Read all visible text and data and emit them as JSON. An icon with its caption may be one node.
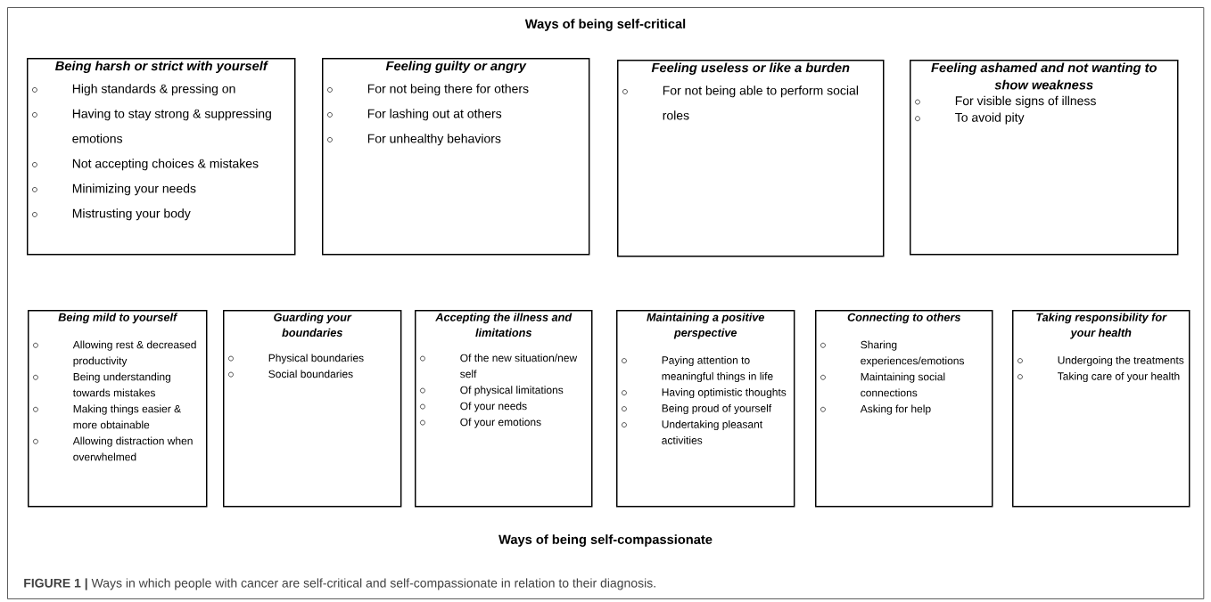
{
  "diagram": {
    "caption": "**FIGURE 1 |** Ways in which people with cancer are self-critical and self-compassionate in relation to their diagnosis.",
    "nodes": [
      {
        "text": [
          "Ways of being self-critical",
          "Ways of being self-compassionate"
        ]
      },
      {
        "text": [
          "Being harsh or strict with yourself",
          "High standards & pressing on",
          "Having to stay strong & suppressing emotions",
          "Not accepting choices & mistakes",
          "Minimizing your needs",
          "Mistrusting your body"
        ],
        "in": 0
      },
      {
        "text": [
          "Feeling guilty or angry",
          "For not being there for others",
          "For lashing out at others",
          "For unhealthy behaviors"
        ],
        "in": 0
      },
      {
        "text": [
          "Feeling useless or like a burden",
          "For not being able to perform social roles"
        ],
        "in": 0
      },
      {
        "text": [
          "Feeling ashamed and not wanting to show weakness",
          "For visible signs of illness",
          "To avoid pity"
        ],
        "in": 0
      },
      {
        "text": [
          "Being mild to yourself",
          "Allowing rest & decreased productivity",
          "Being understanding towards mistakes",
          "Making things easier & more obtainable",
          "Allowing distraction when overwhelmed"
        ],
        "in": 0
      },
      {
        "text": [
          "Guarding your boundaries",
          "Physical boundaries",
          "Social boundaries"
        ],
        "in": 0
      },
      {
        "text": [
          "Accepting the illness and limitations",
          "Of the new situation/new self",
          "Of physical limitations",
          "Of your needs",
          "Of your emotions"
        ],
        "in": 0
      },
      {
        "text": [
          "Maintaining a positive perspective",
          "Paying attention to meaningful things in life",
          "Having optimistic thoughts",
          "Being proud of yourself",
          "Undertaking pleasant activities"
        ],
        "in": 0
      },
      {
        "text": [
          "Connecting to others",
          "Sharing experiences/emotions",
          "Maintaining social connections",
          "Asking for help"
        ],
        "in": 0
      },
      {
        "text": [
          "Taking responsibility for your health",
          "Undergoing the treatments",
          "Taking care of your health"
        ],
        "in": 0
      }
    ]
  }
}
